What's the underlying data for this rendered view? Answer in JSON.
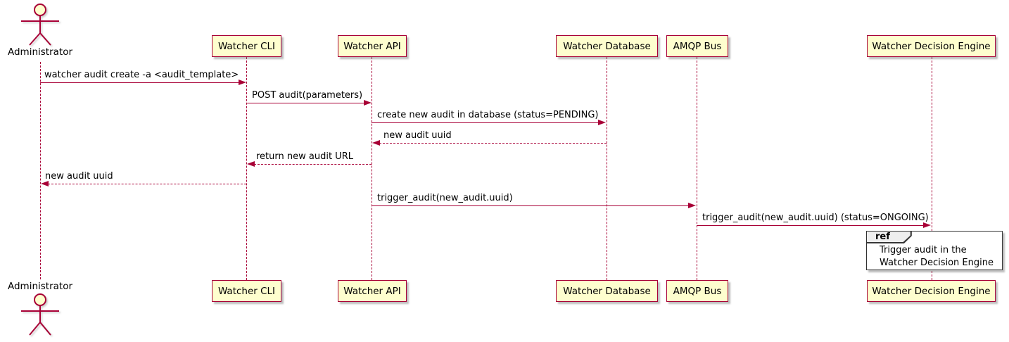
{
  "colors": {
    "accent": "#A80036",
    "participant_fill": "#FEFECE",
    "ref_border": "#333333",
    "ref_header_fill": "#EEEEEE",
    "text": "#000000",
    "background": "#FFFFFF"
  },
  "participants": [
    {
      "label": "Administrator",
      "type": "actor"
    },
    {
      "label": "Watcher CLI",
      "type": "participant"
    },
    {
      "label": "Watcher API",
      "type": "participant"
    },
    {
      "label": "Watcher Database",
      "type": "participant"
    },
    {
      "label": "AMQP Bus",
      "type": "participant"
    },
    {
      "label": "Watcher Decision Engine",
      "type": "participant"
    }
  ],
  "messages": [
    {
      "label": "watcher audit create -a <audit_template>",
      "from": "Administrator",
      "to": "Watcher CLI",
      "line": "solid"
    },
    {
      "label": "POST audit(parameters)",
      "from": "Watcher CLI",
      "to": "Watcher API",
      "line": "solid"
    },
    {
      "label": "create new audit in database (status=PENDING)",
      "from": "Watcher API",
      "to": "Watcher Database",
      "line": "solid"
    },
    {
      "label": "new audit uuid",
      "from": "Watcher Database",
      "to": "Watcher API",
      "line": "dashed"
    },
    {
      "label": "return new audit URL",
      "from": "Watcher API",
      "to": "Watcher CLI",
      "line": "dashed"
    },
    {
      "label": "new audit uuid",
      "from": "Watcher CLI",
      "to": "Administrator",
      "line": "dashed"
    },
    {
      "label": "trigger_audit(new_audit.uuid)",
      "from": "Watcher API",
      "to": "AMQP Bus",
      "line": "solid"
    },
    {
      "label": "trigger_audit(new_audit.uuid) (status=ONGOING)",
      "from": "AMQP Bus",
      "to": "Watcher Decision Engine",
      "line": "solid"
    }
  ],
  "ref": {
    "keyword": "ref",
    "line1": "Trigger audit in the",
    "line2": "Watcher Decision Engine"
  }
}
